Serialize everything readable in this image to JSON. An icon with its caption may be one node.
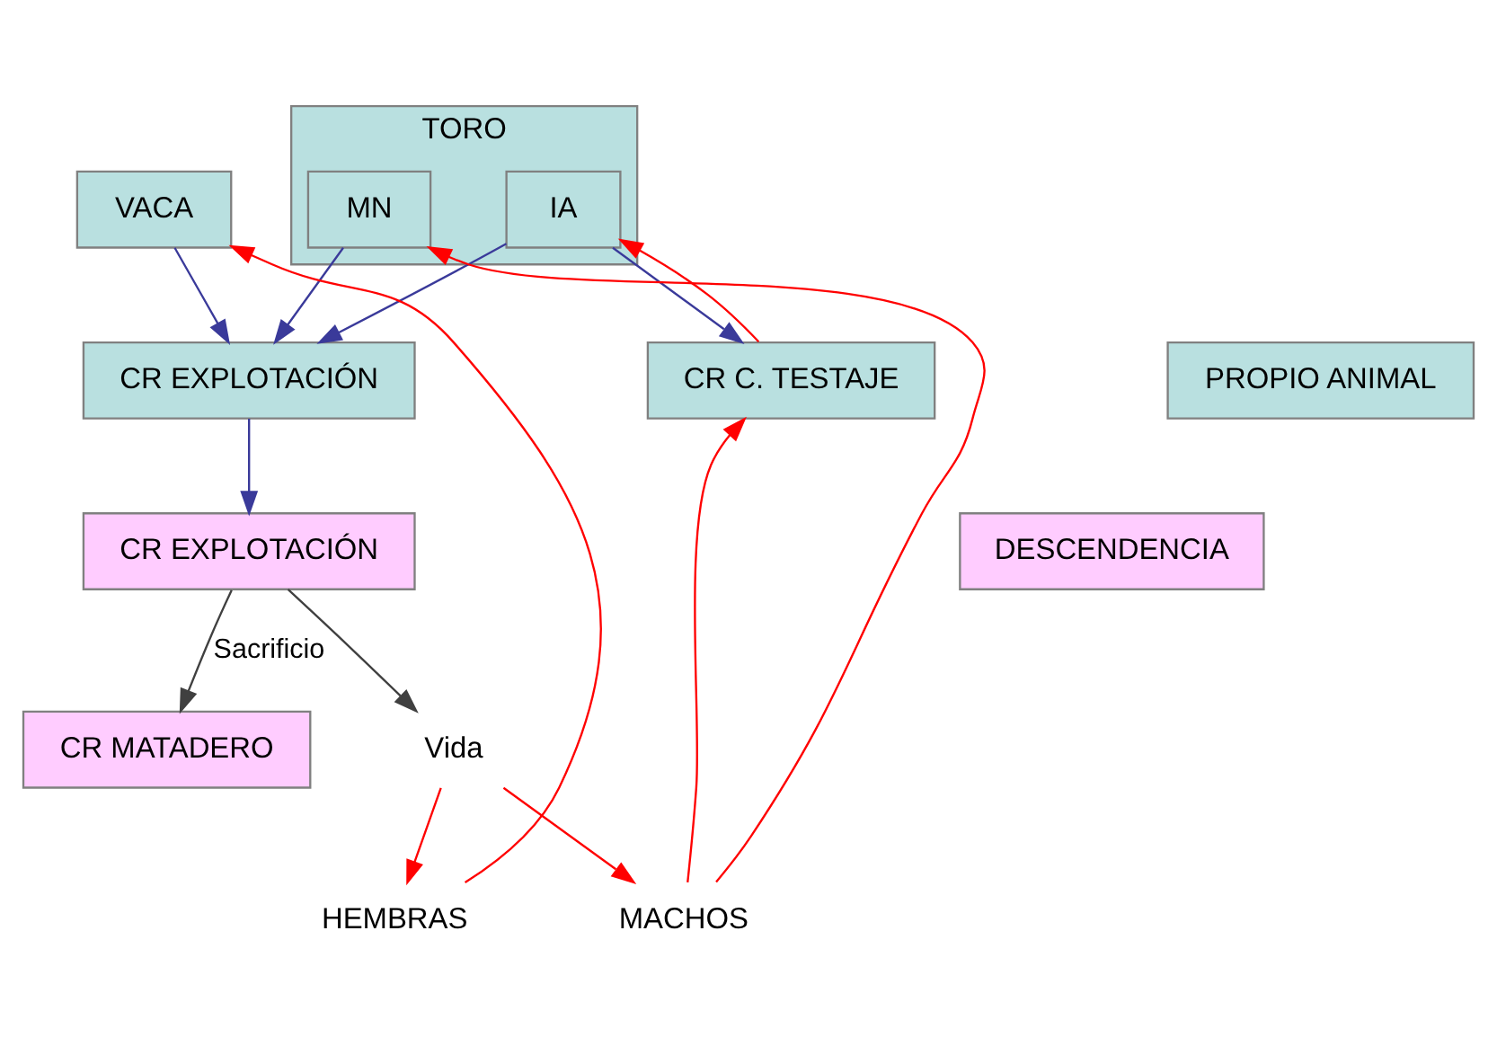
{
  "diagram": {
    "nodes": [
      {
        "text": [
          "VACA"
        ]
      },
      {
        "text": [
          "TORO"
        ]
      },
      {
        "text": [
          "MN"
        ],
        "in": 1
      },
      {
        "text": [
          "IA"
        ],
        "in": 1
      },
      {
        "text": [
          "PROPIO ANIMAL"
        ]
      },
      {
        "text": [
          "CR EXPLOTACIÓN"
        ]
      },
      {
        "text": [
          "CR C. TESTAJE"
        ]
      },
      {
        "text": [
          "DESCENDENCIA"
        ]
      },
      {
        "text": [
          "CR EXPLOTACIÓN"
        ]
      },
      {
        "text": [
          "CR MATADERO"
        ]
      },
      {
        "text": [
          "Vida"
        ]
      },
      {
        "text": [
          "HEMBRAS"
        ]
      },
      {
        "text": [
          "MACHOS"
        ]
      }
    ],
    "edges": [
      {
        "from": 0,
        "to": 5,
        "arrow": "to",
        "color": "#3a3a9a"
      },
      {
        "from": 2,
        "to": 5,
        "arrow": "to",
        "color": "#3a3a9a"
      },
      {
        "from": 3,
        "to": 5,
        "arrow": "to",
        "color": "#3a3a9a"
      },
      {
        "from": 3,
        "to": 6,
        "arrow": "to",
        "color": "#3a3a9a"
      },
      {
        "from": 6,
        "to": 3,
        "arrow": "to",
        "color": "#ff0000"
      },
      {
        "from": 5,
        "to": 8,
        "arrow": "to",
        "color": "#3a3a9a"
      },
      {
        "from": 8,
        "to": 9,
        "label": "Sacrificio",
        "arrow": "to",
        "color": "#404040"
      },
      {
        "from": 8,
        "to": 10,
        "arrow": "to",
        "color": "#404040"
      },
      {
        "from": 10,
        "to": 11,
        "arrow": "to",
        "color": "#ff0000"
      },
      {
        "from": 10,
        "to": 12,
        "arrow": "to",
        "color": "#ff0000"
      },
      {
        "from": 11,
        "to": 0,
        "arrow": "to",
        "color": "#ff0000"
      },
      {
        "from": 12,
        "to": 2,
        "arrow": "to",
        "color": "#ff0000"
      },
      {
        "from": 12,
        "to": 6,
        "arrow": "to",
        "color": "#ff0000"
      }
    ]
  }
}
